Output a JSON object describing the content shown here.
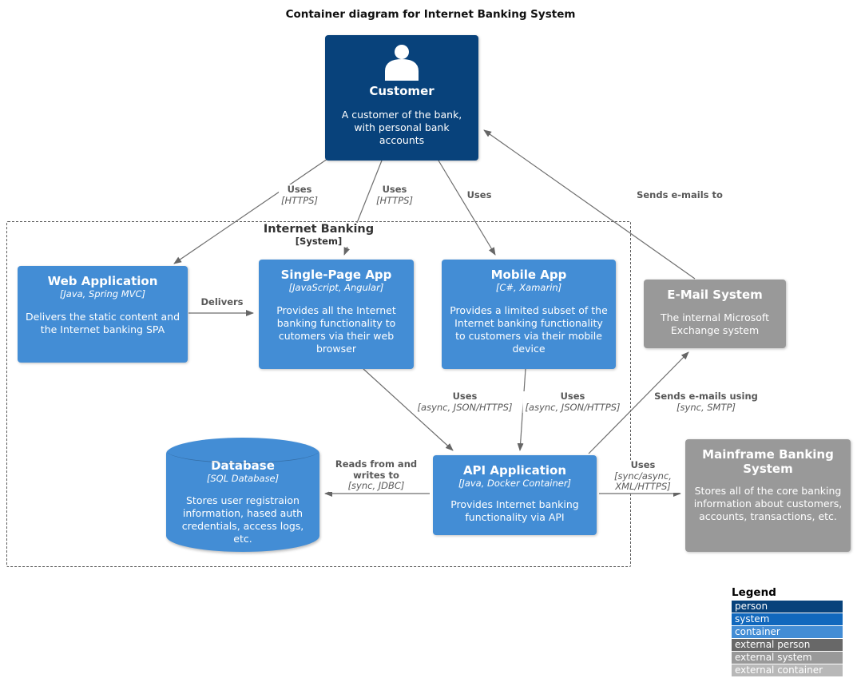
{
  "title": "Container diagram for Internet Banking System",
  "boundary": {
    "name": "Internet Banking",
    "type": "[System]"
  },
  "nodes": {
    "customer": {
      "title": "Customer",
      "description": "A customer of the bank, with personal bank accounts",
      "color": "#08427b"
    },
    "web_app": {
      "title": "Web Application",
      "tech": "[Java, Spring MVC]",
      "description": "Delivers the static content and the Internet banking SPA",
      "color": "#438dd5"
    },
    "spa": {
      "title": "Single-Page App",
      "tech": "[JavaScript, Angular]",
      "description": "Provides all the Internet banking functionality to cutomers via their web browser",
      "color": "#438dd5"
    },
    "mobile": {
      "title": "Mobile App",
      "tech": "[C#, Xamarin]",
      "description": "Provides a limited subset of the Internet banking functionality to customers via their mobile device",
      "color": "#438dd5"
    },
    "email": {
      "title": "E-Mail System",
      "description": "The internal Microsoft Exchange system",
      "color": "#999999"
    },
    "database": {
      "title": "Database",
      "tech": "[SQL Database]",
      "description": "Stores user registraion information, hased auth credentials, access logs, etc.",
      "color": "#438dd5"
    },
    "api": {
      "title": "API Application",
      "tech": "[Java, Docker Container]",
      "description": "Provides Internet banking functionality via API",
      "color": "#438dd5"
    },
    "mainframe": {
      "title": "Mainframe Banking System",
      "description": "Stores all of the core banking information about customers, accounts, transactions, etc.",
      "color": "#999999"
    }
  },
  "edges": {
    "customer_web": {
      "name": "Uses",
      "tech": "[HTTPS]"
    },
    "customer_spa": {
      "name": "Uses",
      "tech": "[HTTPS]"
    },
    "customer_mobile": {
      "name": "Uses"
    },
    "email_customer": {
      "name": "Sends e-mails to"
    },
    "web_spa": {
      "name": "Delivers"
    },
    "spa_api": {
      "name": "Uses",
      "tech": "[async, JSON/HTTPS]"
    },
    "mobile_api": {
      "name": "Uses",
      "tech": "[async, JSON/HTTPS]"
    },
    "api_email": {
      "name": "Sends e-mails using",
      "tech": "[sync, SMTP]"
    },
    "api_db": {
      "name": "Reads from and writes to",
      "tech": "[sync, JDBC]"
    },
    "api_mainframe": {
      "name": "Uses",
      "tech": "[sync/async, XML/HTTPS]"
    }
  },
  "legend": {
    "title": "Legend",
    "items": [
      {
        "label": "person",
        "color": "#08427b"
      },
      {
        "label": "system",
        "color": "#1168bd"
      },
      {
        "label": "container",
        "color": "#438dd5"
      },
      {
        "label": "external person",
        "color": "#686868"
      },
      {
        "label": "external system",
        "color": "#999999"
      },
      {
        "label": "external container",
        "color": "#b8b8b8"
      }
    ]
  }
}
